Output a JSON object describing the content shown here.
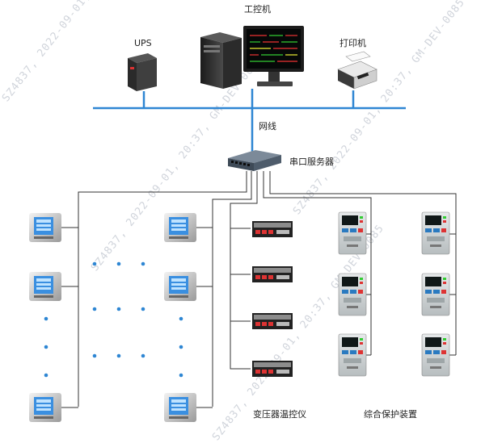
{
  "labels": {
    "ipc": "工控机",
    "ups": "UPS",
    "printer": "打印机",
    "network": "网线",
    "serial_server": "串口服务器",
    "temp_controller": "变压器温控仪",
    "protection_device": "综合保护装置"
  },
  "watermark": "SZ4837, 2022-09-01, 20:37, GM-DEV-0085",
  "colors": {
    "network_line": "#2e86d3",
    "wire": "#333333",
    "dot": "#2e86d3",
    "meter_screen": "#3a8fe0"
  }
}
